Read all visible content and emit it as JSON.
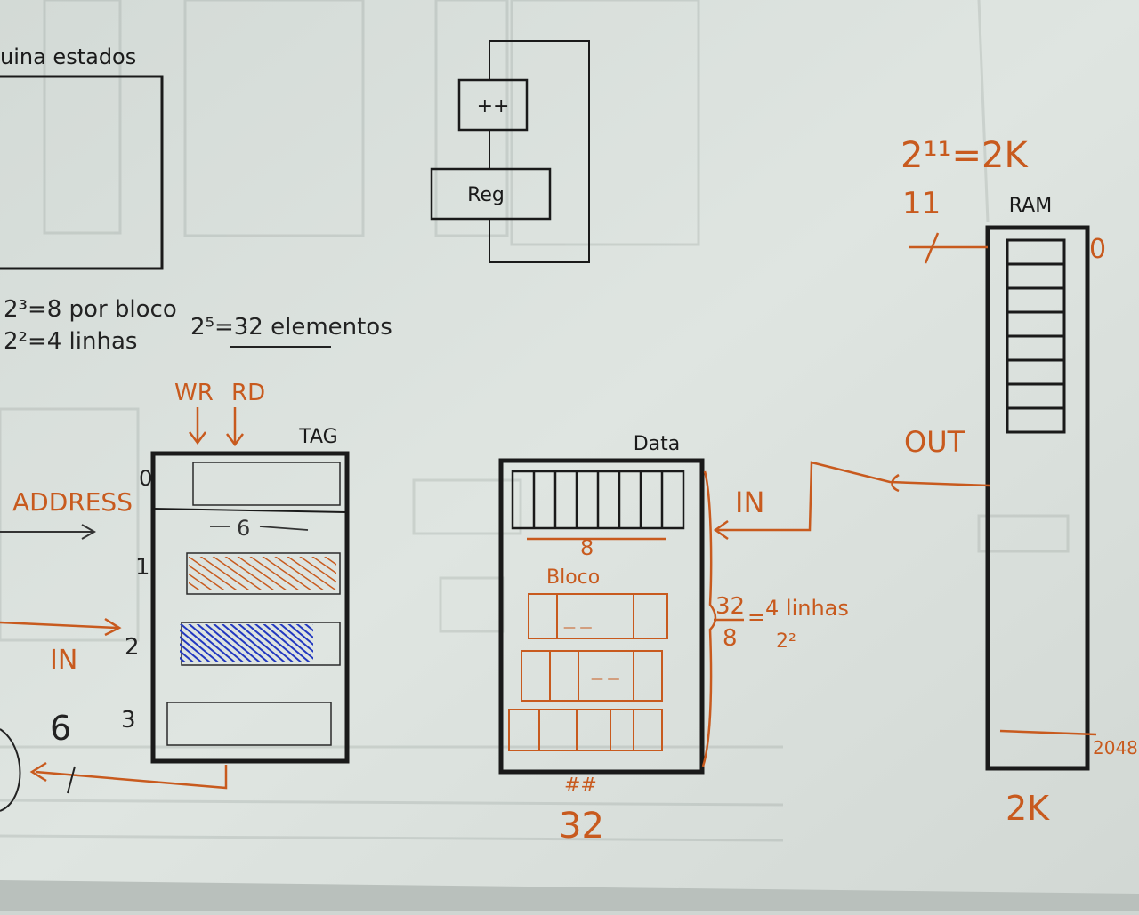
{
  "printed": {
    "state_machine_title": "uina estados",
    "reg_label": "Reg",
    "inc_label": "++",
    "tag_title": "TAG",
    "data_title": "Data",
    "ram_title": "RAM"
  },
  "handwritten": {
    "pow_a": "2³=8 por bloco",
    "pow_b": "2²=4 linhas",
    "pow_c": "2⁵=32 elementos",
    "wr": "WR",
    "rd": "RD",
    "address": "ADDRESS",
    "in_left": "IN",
    "in_data": "IN",
    "out": "OUT",
    "row_0": "0",
    "row_1": "1",
    "row_2": "2",
    "row_3": "3",
    "tag_bits": "6",
    "six_left": "6",
    "eight": "8",
    "bloco": "Bloco",
    "ratio_num": "32",
    "ratio_den": "8",
    "ratio_eq": "=",
    "four_linhas": "4 linhas",
    "two_sq": "2²",
    "thirty_two": "32",
    "two_pow_11": "2¹¹=2K",
    "eleven": "11",
    "ram_zero": "0",
    "ram_2048": "2048",
    "ram_2k": "2K"
  },
  "colors": {
    "paper": "#d6ddd9",
    "ink": "#1a1a1a",
    "marker_orange": "#c85a1e",
    "marker_blue": "#2238c0"
  }
}
